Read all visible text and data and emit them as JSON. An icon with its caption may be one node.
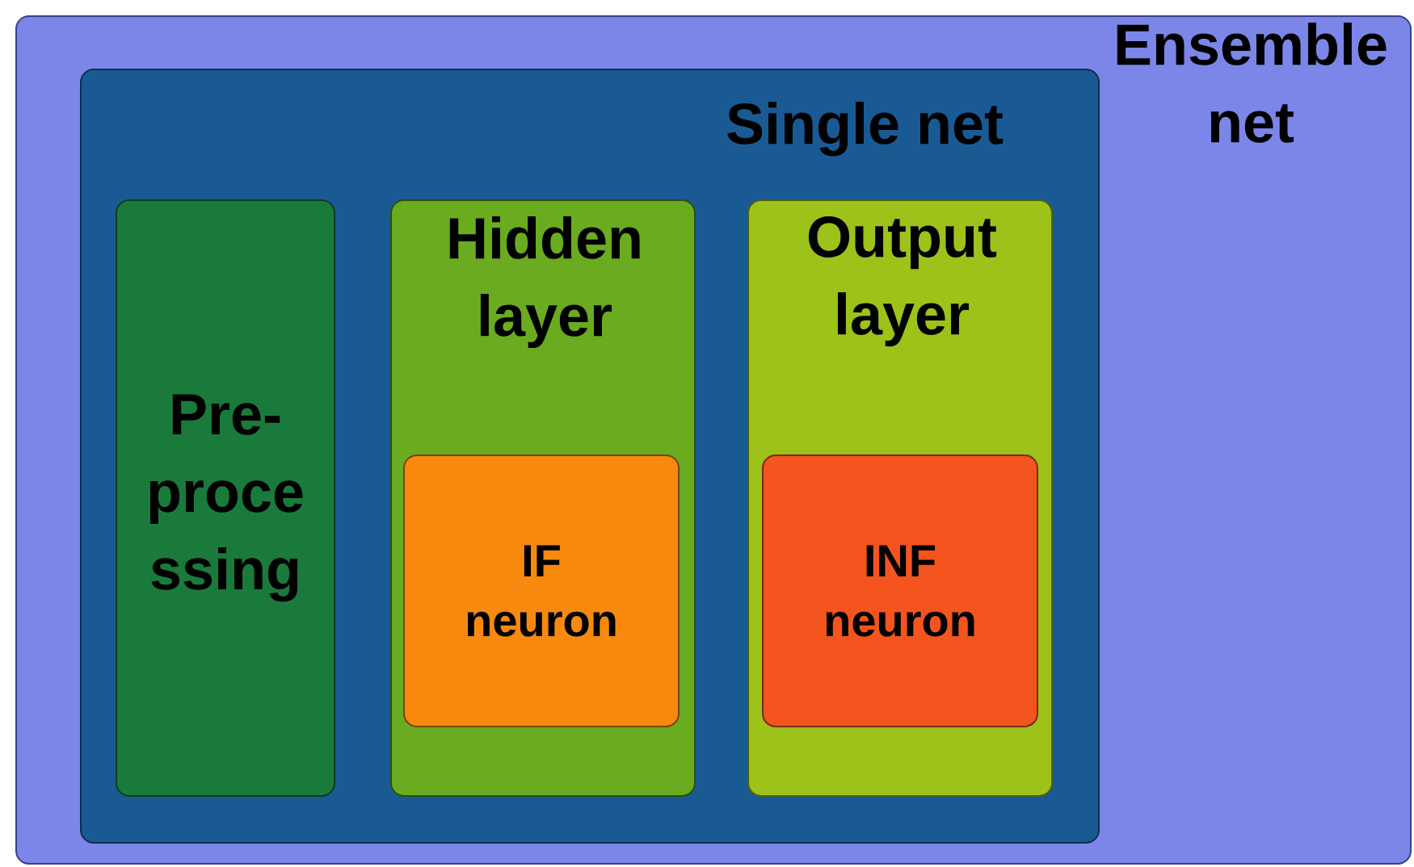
{
  "diagram": {
    "nodes": [
      {
        "text": [
          "Ensemble net"
        ]
      },
      {
        "text": [
          "Single net"
        ],
        "in": 0
      },
      {
        "text": [
          "Pre- proce ssing"
        ],
        "in": 1
      },
      {
        "text": [
          "Hidden layer"
        ],
        "in": 1
      },
      {
        "text": [
          "IF neuron"
        ],
        "in": 3
      },
      {
        "text": [
          "Output layer"
        ],
        "in": 1
      },
      {
        "text": [
          "INF neuron"
        ],
        "in": 5
      }
    ]
  }
}
